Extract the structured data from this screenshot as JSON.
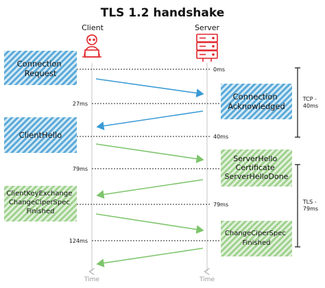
{
  "title": "TLS 1.2 handshake",
  "actors": {
    "client": "Client",
    "server": "Server"
  },
  "axis_label_left": "Time",
  "axis_label_right": "Time",
  "client_boxes": [
    {
      "lines": [
        "Connection",
        "Request"
      ]
    },
    {
      "lines": [
        "ClientHello"
      ]
    },
    {
      "lines": [
        "ClientKeyExchange",
        "ChangeCiperSpec",
        "Finished"
      ]
    }
  ],
  "server_boxes": [
    {
      "lines": [
        "Connection",
        "Acknowledged"
      ]
    },
    {
      "lines": [
        "ServerHello",
        "Certificate",
        "ServerHelloDone"
      ]
    },
    {
      "lines": [
        "ChangeCiperSpec",
        "Finished"
      ]
    }
  ],
  "timestamps": {
    "t0": "0ms",
    "t27": "27ms",
    "t40": "40ms",
    "t79a": "79ms",
    "t79b": "79ms",
    "t124": "124ms"
  },
  "brackets": {
    "tcp": [
      "TCP -",
      "40ms"
    ],
    "tls": [
      "TLS -",
      "79ms"
    ]
  },
  "colors": {
    "blue": "#3a9bd5",
    "blue_stripe": "#6fb6e0",
    "green": "#7dc56b",
    "green_stripe": "#a8d99a",
    "red": "#e0252b"
  }
}
